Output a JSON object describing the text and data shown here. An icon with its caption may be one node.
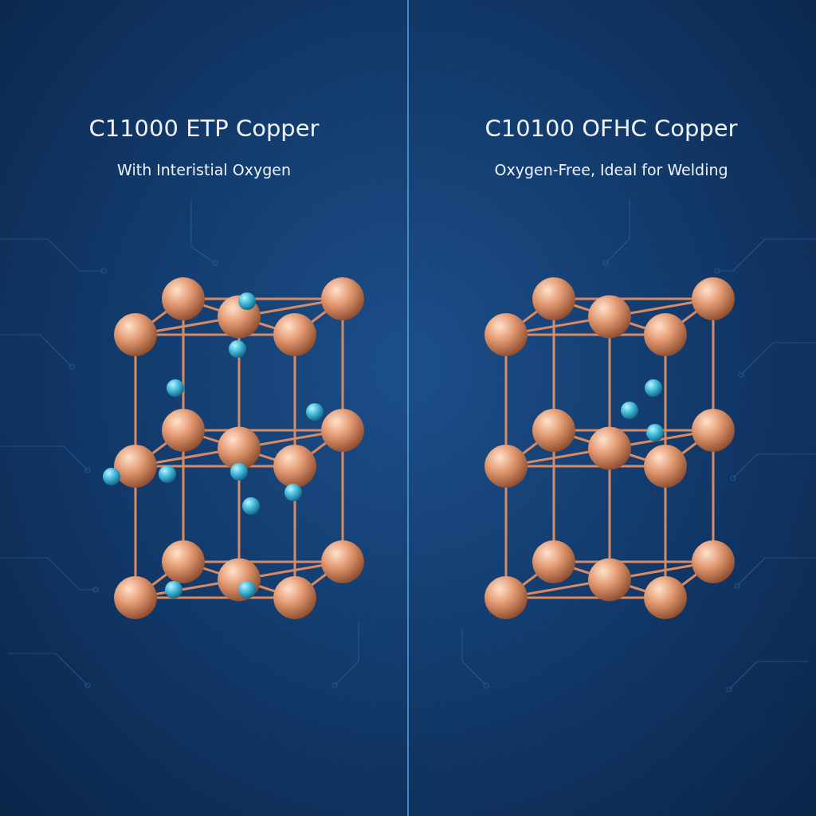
{
  "diagram": {
    "labels": [
      "C11000 ETP Copper",
      "With Interistial Oxygen",
      "C10100 OFHC Copper",
      "Oxygen-Free, Ideal for Welding"
    ]
  }
}
